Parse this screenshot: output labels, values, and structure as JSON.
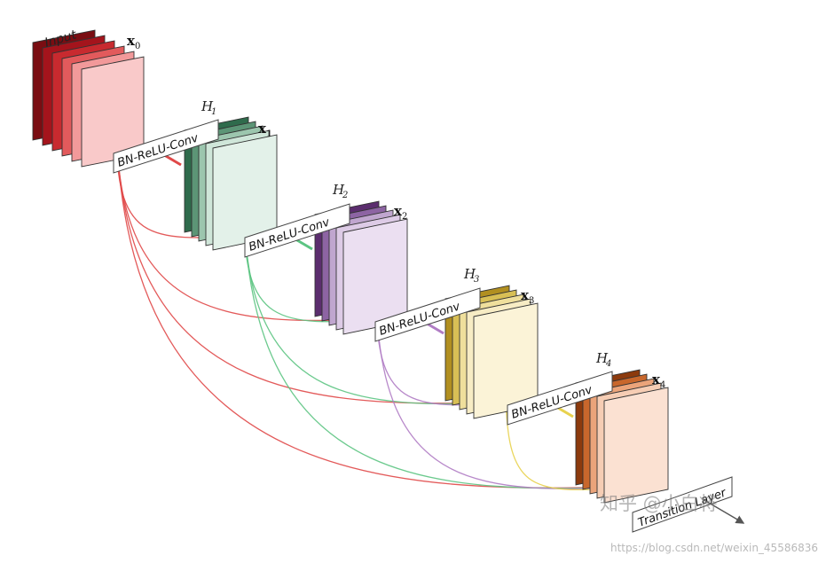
{
  "input_label": "Input",
  "stages": [
    {
      "x_main": "x",
      "x_sub": "0",
      "colors": [
        "#7a0d12",
        "#a4141c",
        "#c82a2f",
        "#e25a5c",
        "#f2999a",
        "#f9c9c9"
      ]
    },
    {
      "x_main": "x",
      "x_sub": "1",
      "colors": [
        "#2f6b4c",
        "#5c9576",
        "#9cc6ae",
        "#cfe6d9",
        "#e3f1e9"
      ]
    },
    {
      "x_main": "x",
      "x_sub": "2",
      "colors": [
        "#5b2d6e",
        "#8d64a3",
        "#c0a6cf",
        "#ddcbe6",
        "#ebdff1"
      ]
    },
    {
      "x_main": "x",
      "x_sub": "3",
      "colors": [
        "#b18f20",
        "#d8bf55",
        "#efdf9c",
        "#f7ecc4",
        "#fbf3d7"
      ]
    },
    {
      "x_main": "x",
      "x_sub": "4",
      "colors": [
        "#8c3a0d",
        "#c8672c",
        "#eba47a",
        "#f6cdb4",
        "#fbe1d2"
      ]
    }
  ],
  "blocks": [
    {
      "h_main": "H",
      "h_sub": "1",
      "label": "BN-ReLU-Conv"
    },
    {
      "h_main": "H",
      "h_sub": "2",
      "label": "BN-ReLU-Conv"
    },
    {
      "h_main": "H",
      "h_sub": "3",
      "label": "BN-ReLU-Conv"
    },
    {
      "h_main": "H",
      "h_sub": "4",
      "label": "BN-ReLU-Conv"
    }
  ],
  "transition_label": "Transition Layer",
  "connection_colors": [
    "#e04848",
    "#5cc482",
    "#b07cc4",
    "#e8d24e"
  ],
  "watermark_cn": "知乎 @小白将",
  "watermark_url": "https://blog.csdn.net/weixin_45586836"
}
